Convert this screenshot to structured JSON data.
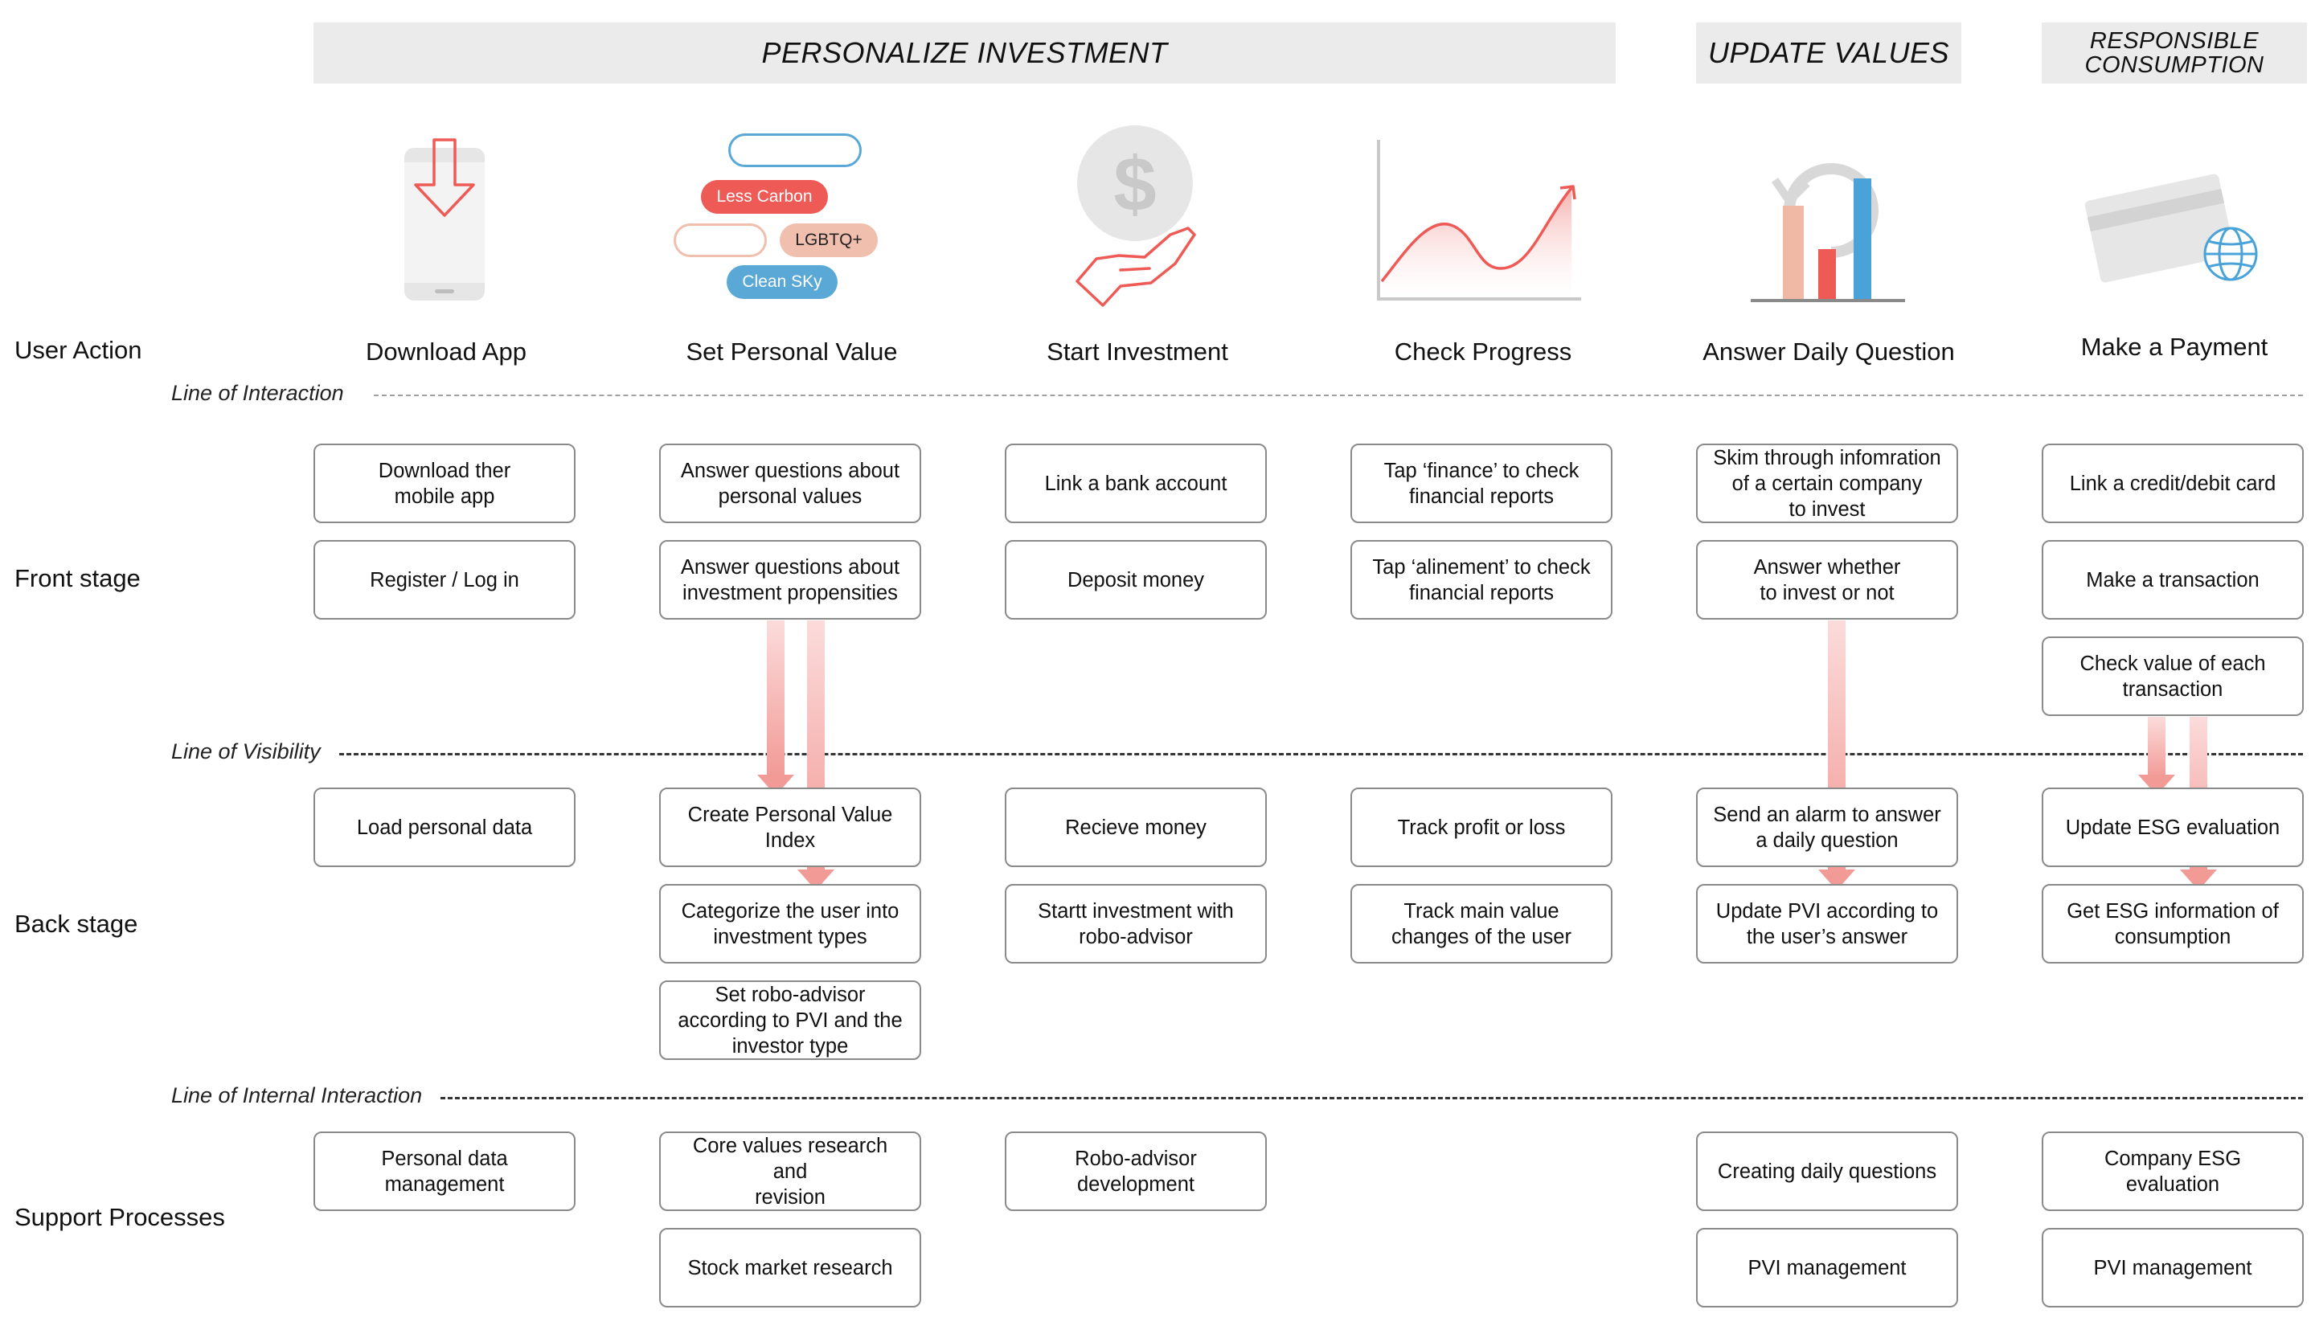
{
  "phases": {
    "personalize": "PERSONALIZE INVESTMENT",
    "update": "UPDATE VALUES",
    "responsible": "RESPONSIBLE\nCONSUMPTION"
  },
  "rows": {
    "user_action": "User Action",
    "front_stage": "Front stage",
    "back_stage": "Back stage",
    "support": "Support Processes"
  },
  "lines": {
    "interaction": "Line of Interaction",
    "visibility": "Line of Visibility",
    "internal": "Line of Internal Interaction"
  },
  "icons": [
    {
      "name": "phone-download-icon"
    },
    {
      "name": "value-tags-icon",
      "tags": [
        "Less Carbon",
        "LGBTQ+",
        "Clean SKy"
      ]
    },
    {
      "name": "dollar-hand-icon",
      "symbol": "$"
    },
    {
      "name": "growth-chart-icon"
    },
    {
      "name": "refresh-bar-chart-icon"
    },
    {
      "name": "card-globe-icon"
    }
  ],
  "actions": [
    "Download App",
    "Set Personal Value",
    "Start Investment",
    "Check Progress",
    "Answer Daily Question",
    "Make a Payment"
  ],
  "front": [
    [
      "Download ther\nmobile app",
      "Register / Log in"
    ],
    [
      "Answer questions about\npersonal values",
      "Answer questions about\ninvestment propensities"
    ],
    [
      "Link a bank account",
      "Deposit money"
    ],
    [
      "Tap ‘finance’ to check\nfinancial reports",
      "Tap ‘alinement’ to check\nfinancial reports"
    ],
    [
      "Skim through infomration\nof a certain company\nto invest",
      "Answer whether\nto invest or not"
    ],
    [
      "Link a credit/debit card",
      "Make a transaction",
      "Check value of each\ntransaction"
    ]
  ],
  "back": [
    [
      "Load personal data"
    ],
    [
      "Create Personal Value\nIndex",
      "Categorize the user into\ninvestment types",
      "Set robo-advisor\naccording to PVI and the\ninvestor type"
    ],
    [
      "Recieve money",
      "Startt investment with\nrobo-advisor"
    ],
    [
      "Track profit or loss",
      "Track main value\nchanges of the user"
    ],
    [
      "Send an alarm to answer\na daily question",
      "Update PVI according to\nthe user’s answer"
    ],
    [
      "Update ESG evaluation",
      "Get ESG information of\nconsumption"
    ]
  ],
  "support": [
    [
      "Personal data\nmanagement"
    ],
    [
      "Core values research and\nrevision",
      "Stock market research"
    ],
    [
      "Robo-advisor\ndevelopment"
    ],
    [],
    [
      "Creating daily questions",
      "PVI management"
    ],
    [
      "Company ESG\nevaluation",
      "PVI management"
    ]
  ],
  "colors": {
    "accent_red": "#ee5a55",
    "arrow_pink": "#f4a3a0",
    "tag_blue": "#5aa8d6",
    "tag_peach": "#f0bfae",
    "bar_peach": "#efb9a6",
    "bar_red": "#ee5a55",
    "bar_blue": "#4aa3d8",
    "phase_bg": "#ebebeb",
    "box_border": "#8a8a8a"
  }
}
